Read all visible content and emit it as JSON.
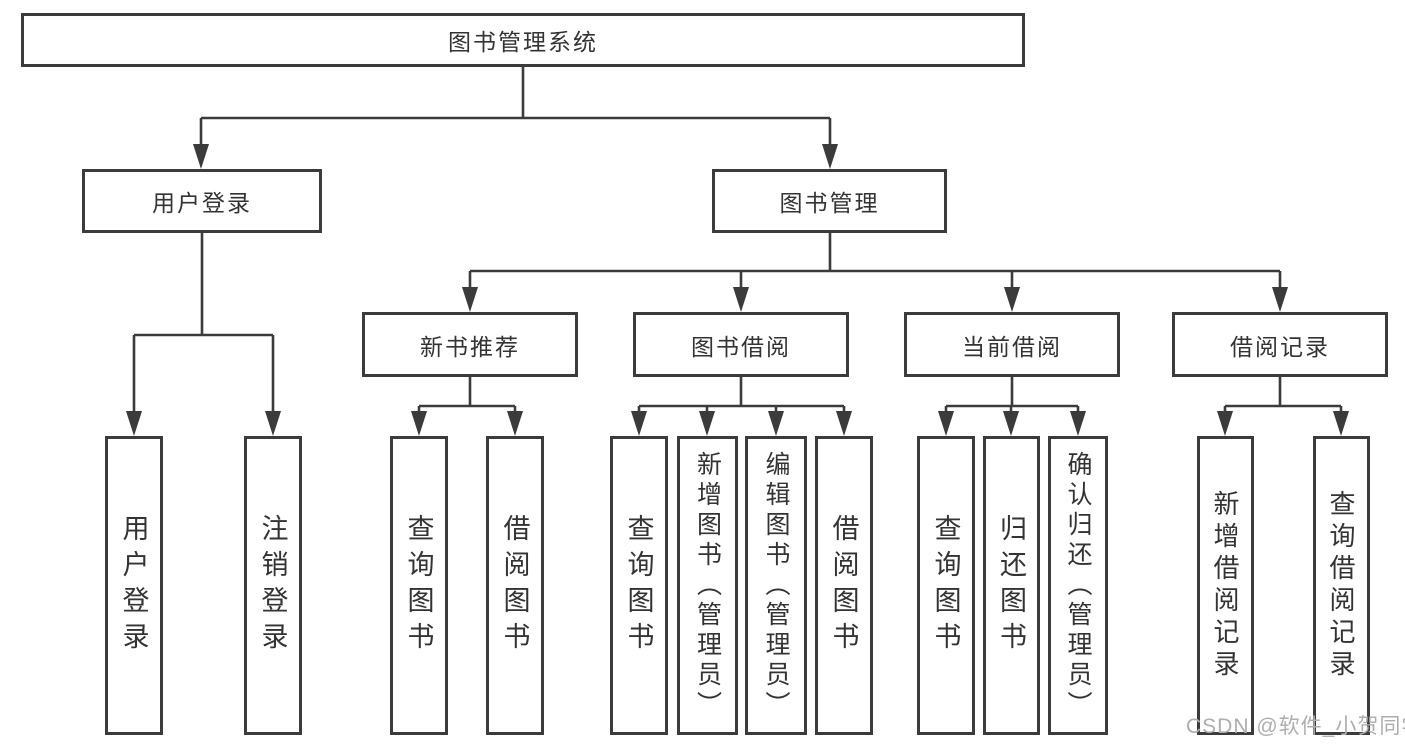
{
  "diagram": {
    "title": "图书管理系统",
    "tree": {
      "label": "图书管理系统",
      "children": [
        {
          "label": "用户登录",
          "children": [
            {
              "label": "用户登录"
            },
            {
              "label": "注销登录"
            }
          ]
        },
        {
          "label": "图书管理",
          "children": [
            {
              "label": "新书推荐",
              "children": [
                {
                  "label": "查询图书"
                },
                {
                  "label": "借阅图书"
                }
              ]
            },
            {
              "label": "图书借阅",
              "children": [
                {
                  "label": "查询图书"
                },
                {
                  "label": "新增图书（管理员）"
                },
                {
                  "label": "编辑图书（管理员）"
                },
                {
                  "label": "借阅图书"
                }
              ]
            },
            {
              "label": "当前借阅",
              "children": [
                {
                  "label": "查询图书"
                },
                {
                  "label": "归还图书"
                },
                {
                  "label": "确认归还（管理员）"
                }
              ]
            },
            {
              "label": "借阅记录",
              "children": [
                {
                  "label": "新增借阅记录"
                },
                {
                  "label": "查询借阅记录"
                }
              ]
            }
          ]
        }
      ]
    }
  },
  "watermark": {
    "text": "CSDN @软件_小贺同学"
  },
  "colors": {
    "line": "#3b3b3b",
    "box_border": "#3b3b3b",
    "text": "#333333",
    "watermark": "#aeaeae",
    "background": "#ffffff"
  }
}
